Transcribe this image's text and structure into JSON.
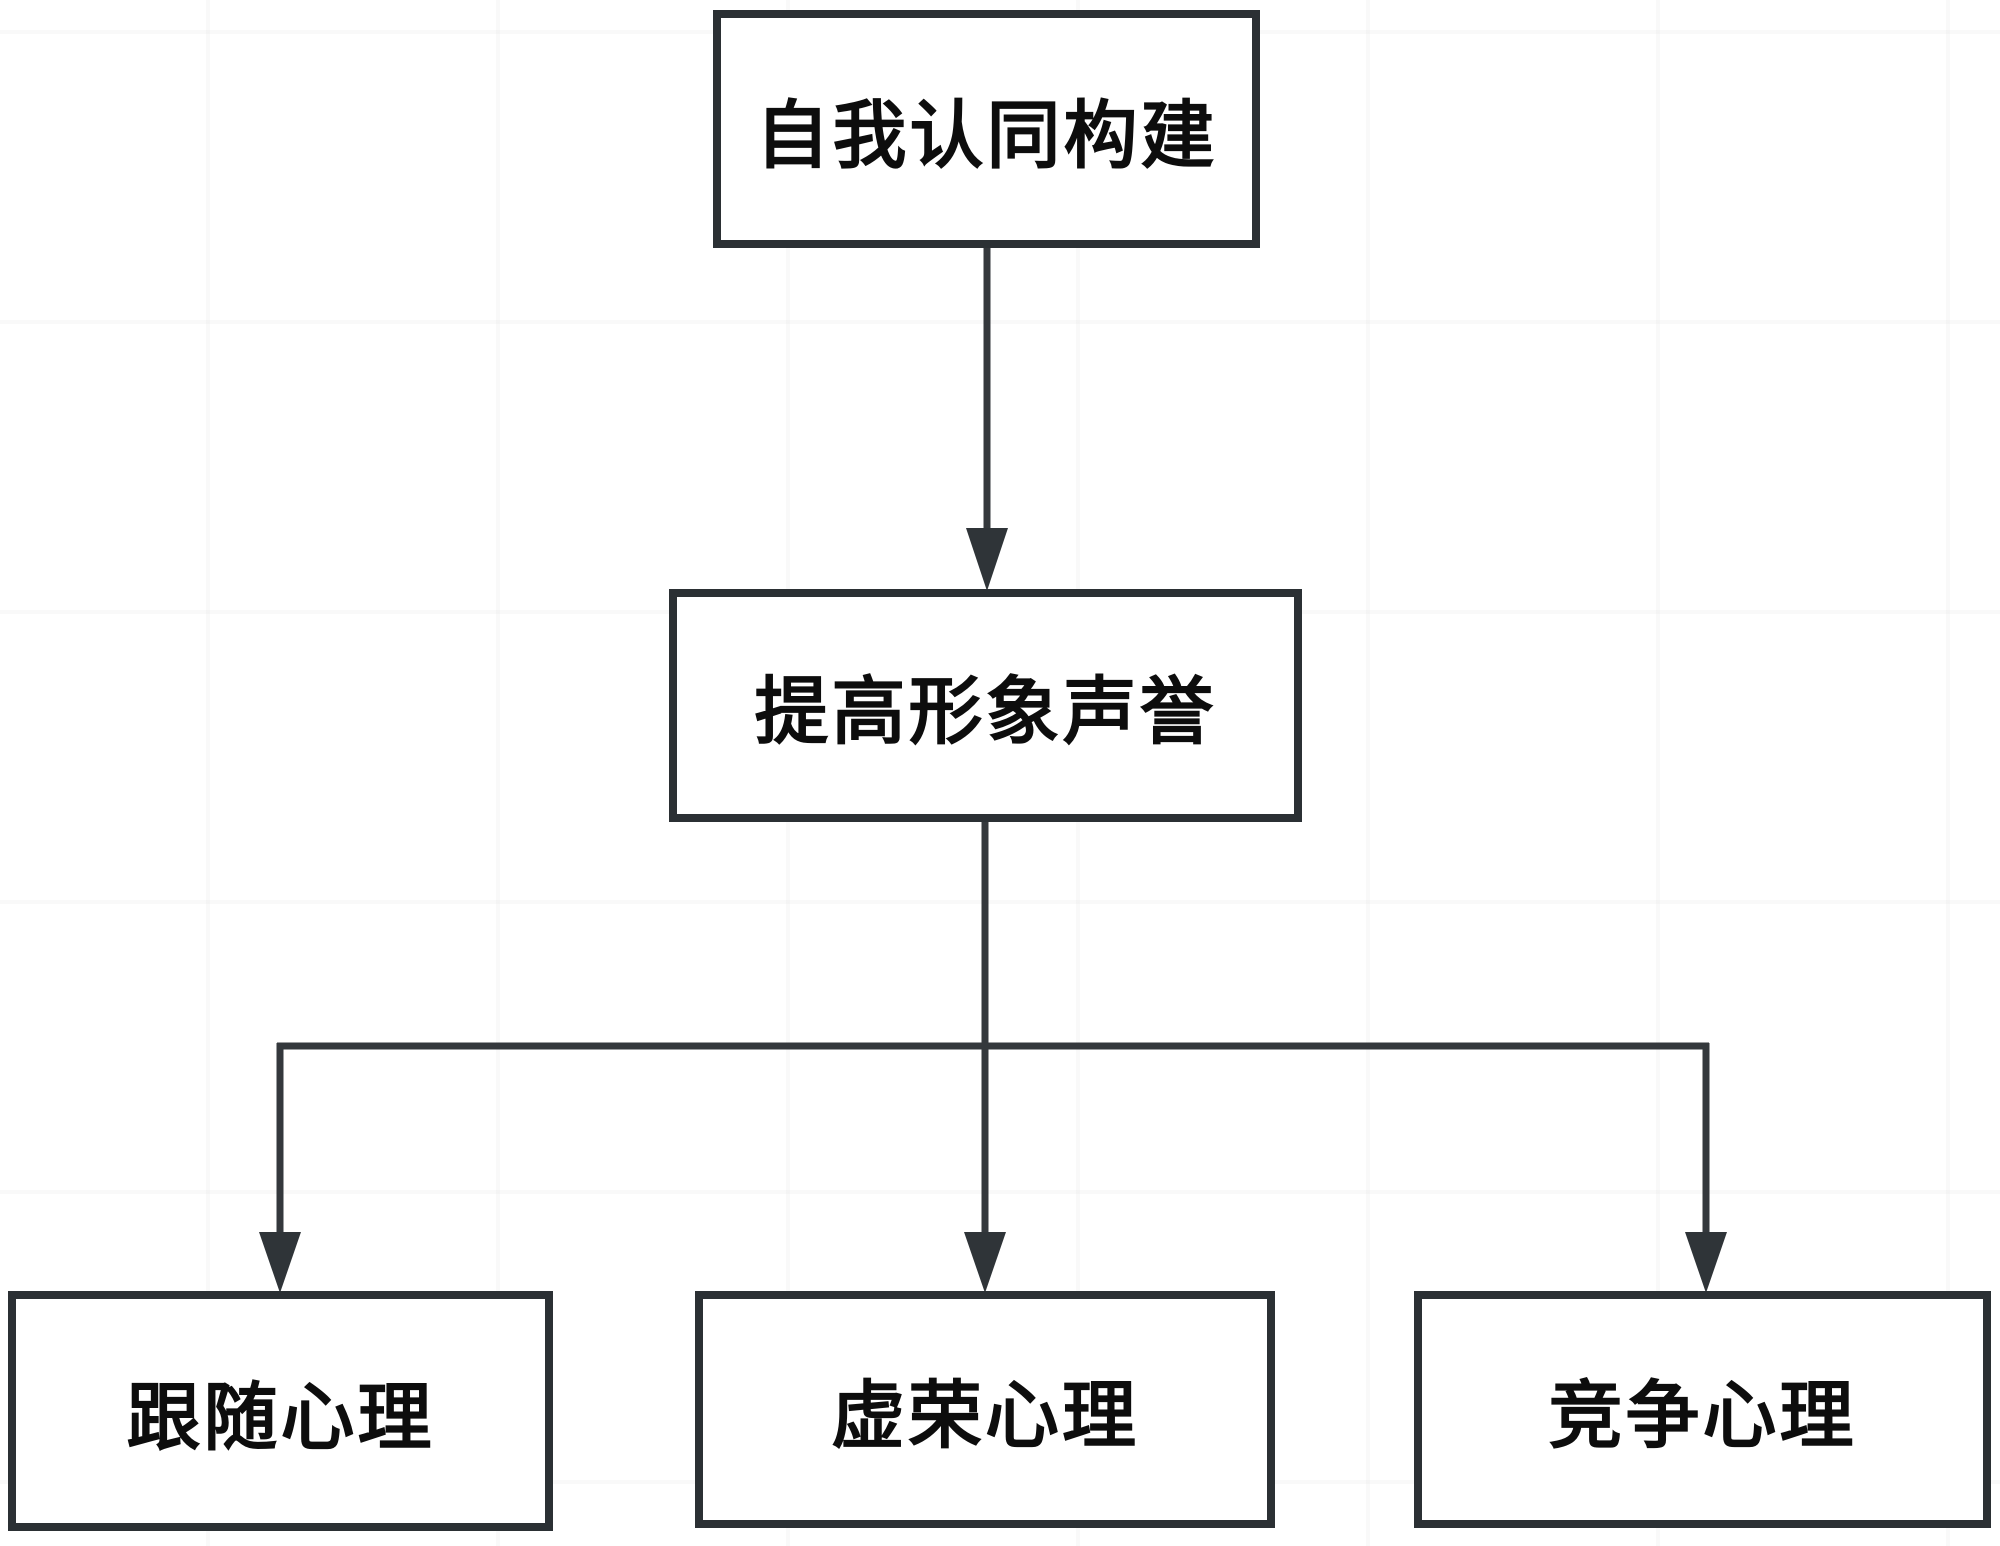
{
  "diagram": {
    "type": "flowchart",
    "direction": "top-down",
    "nodes": [
      {
        "id": "self-identity-building",
        "label": "自我认同构建",
        "level": 1
      },
      {
        "id": "improve-image-reputation",
        "label": "提高形象声誉",
        "level": 2
      },
      {
        "id": "follow-psychology",
        "label": "跟随心理",
        "level": 3
      },
      {
        "id": "vanity-psychology",
        "label": "虚荣心理",
        "level": 3
      },
      {
        "id": "competition-psychology",
        "label": "竞争心理",
        "level": 3
      }
    ],
    "edges": [
      {
        "from": "self-identity-building",
        "to": "improve-image-reputation",
        "arrow": "down"
      },
      {
        "from": "improve-image-reputation",
        "to": "follow-psychology",
        "arrow": "down"
      },
      {
        "from": "improve-image-reputation",
        "to": "vanity-psychology",
        "arrow": "down"
      },
      {
        "from": "improve-image-reputation",
        "to": "competition-psychology",
        "arrow": "down"
      }
    ],
    "colors": {
      "background": "#ffffff",
      "box_border": "#2b3034",
      "connector_stroke": "#34383c",
      "text": "#0d0d0d"
    }
  }
}
